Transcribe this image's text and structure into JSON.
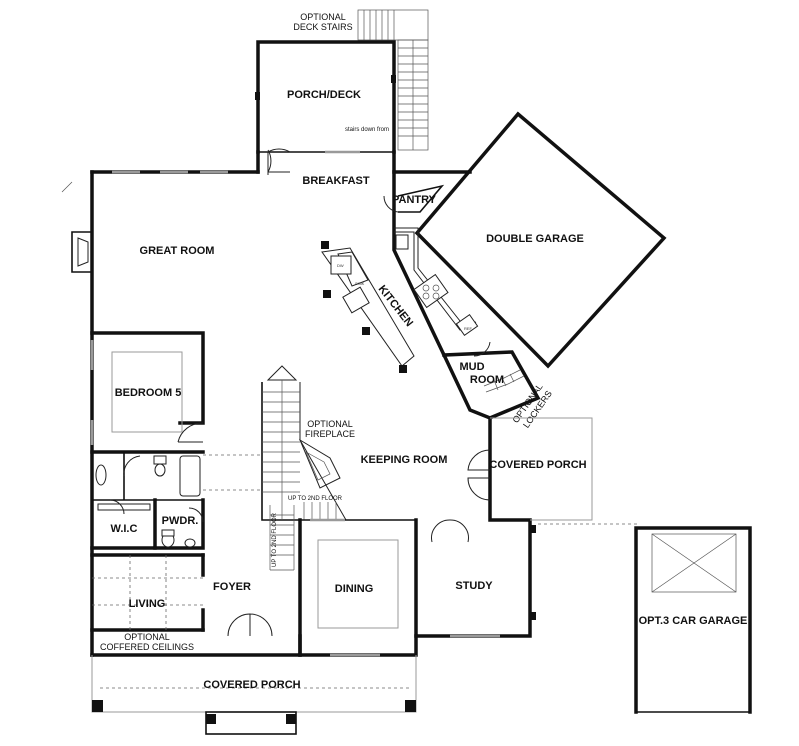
{
  "labels": {
    "optional_deck_stairs_1": "OPTIONAL",
    "optional_deck_stairs_2": "DECK STAIRS",
    "porch_deck": "PORCH/DECK",
    "stairs_down_from": "stairs down from",
    "breakfast": "BREAKFAST",
    "pantry": "PANTRY",
    "double_garage": "DOUBLE GARAGE",
    "great_room": "GREAT ROOM",
    "kitchen": "KITCHEN",
    "dw": "DW",
    "sink": "SINK",
    "ref": "REF",
    "mud_room_1": "MUD",
    "mud_room_2": "ROOM",
    "optional_lockers_1": "OPTIONAL",
    "optional_lockers_2": "LOCKERS",
    "bedroom_5": "BEDROOM 5",
    "optional_fireplace_1": "OPTIONAL",
    "optional_fireplace_2": "FIREPLACE",
    "keeping_room": "KEEPING ROOM",
    "covered_porch_side": "COVERED PORCH",
    "up_to_2nd_floor_h": "UP TO 2ND FLOOR",
    "up_to_2nd_floor_v": "UP TO 2ND FLOOR",
    "wic": "W.I.C",
    "pwdr": "PWDR.",
    "foyer": "FOYER",
    "dining": "DINING",
    "study": "STUDY",
    "opt_3_car_garage": "OPT.3 CAR GARAGE",
    "living": "LIVING",
    "optional_coffered_1": "OPTIONAL",
    "optional_coffered_2": "COFFERED CEILINGS",
    "covered_porch_front": "COVERED PORCH"
  }
}
